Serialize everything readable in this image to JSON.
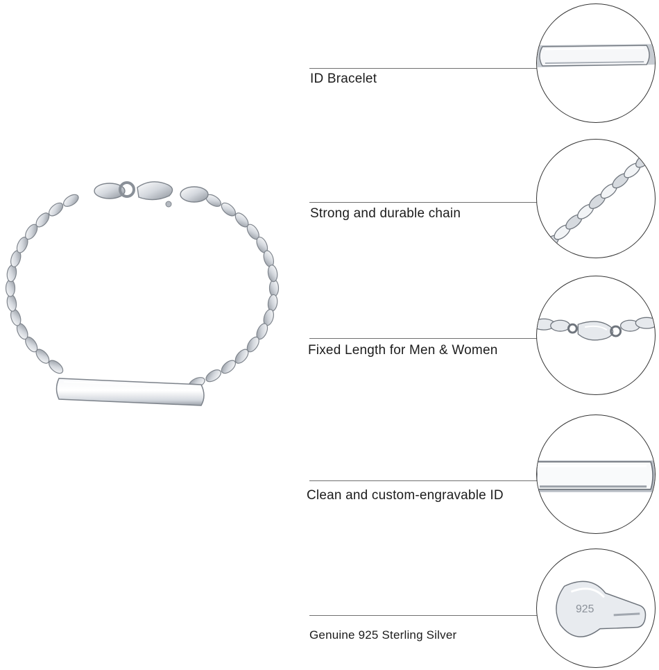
{
  "hero": {
    "icon": "silver-curb-chain-id-bracelet"
  },
  "features": [
    {
      "label": "ID Bracelet",
      "icon": "id-plate-closeup"
    },
    {
      "label": "Strong and durable chain",
      "icon": "curb-chain-closeup"
    },
    {
      "label": "Fixed Length for Men & Women",
      "icon": "lobster-clasp-closeup"
    },
    {
      "label": "Clean and custom-engravable ID",
      "icon": "engraving-plate-closeup"
    },
    {
      "label": "Genuine 925 Sterling Silver",
      "icon": "silver-925-stamp-closeup",
      "stamp": "925"
    }
  ],
  "colors": {
    "background": "#ffffff",
    "silver": "#d9dde3",
    "silver_shadow": "#8c929b",
    "line": "#6f6f6f"
  }
}
